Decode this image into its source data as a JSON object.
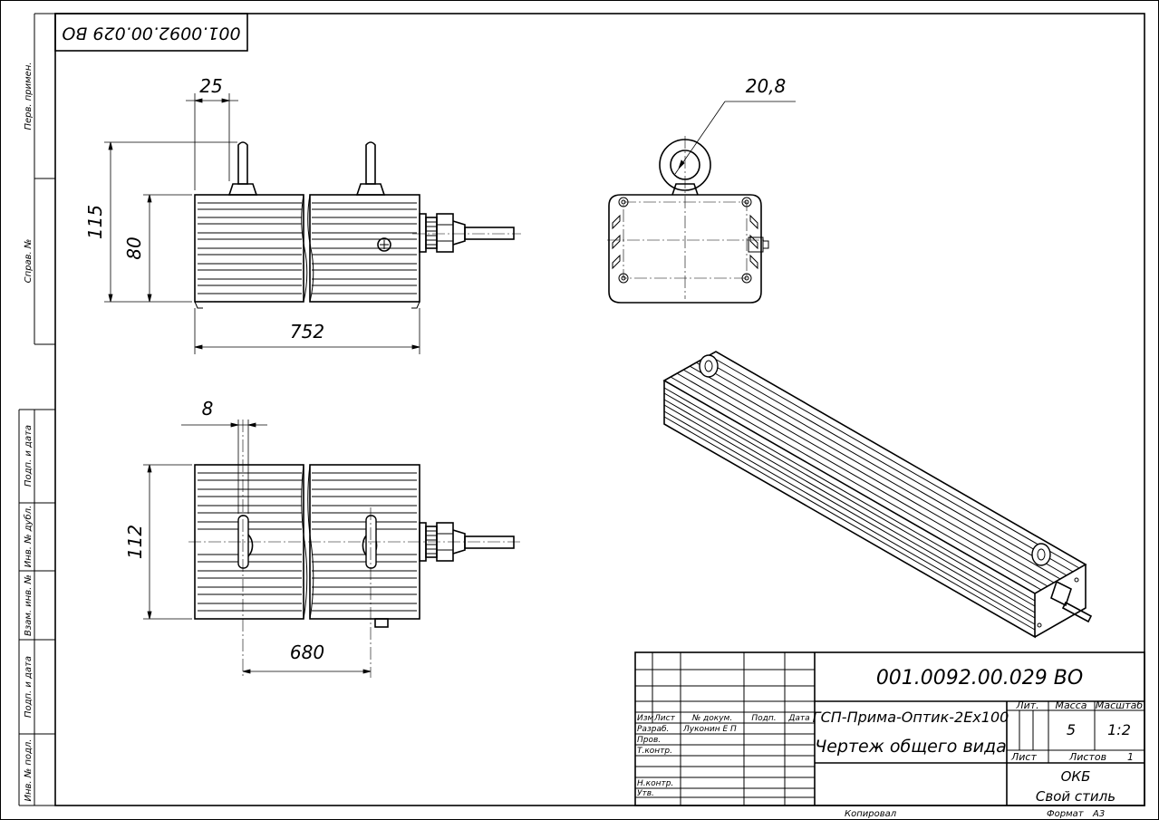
{
  "designation": "001.0092.00.029 ВО",
  "designation_mirrored": "001.0092.00.029 ВО",
  "side_strip": {
    "first_use": "Перв. примен.",
    "ref_no": "Справ. №",
    "sign_date_1": "Подп. и дата",
    "dup_inv": "Инв. № дубл.",
    "exch_inv": "Взам. инв. №",
    "sign_date_2": "Подп. и дата",
    "orig_inv": "Инв. № подл."
  },
  "dimensions": {
    "d25": "25",
    "d115": "115",
    "d80": "80",
    "d752": "752",
    "d20_8": "20,8",
    "d8": "8",
    "d112": "112",
    "d680": "680"
  },
  "title_block": {
    "product_name": "ГСП-Прима-Оптик-2Ex100",
    "doc_type": "Чертеж общего вида",
    "headers": {
      "izm": "Изм",
      "list": "Лист",
      "doc_no": "№ докум.",
      "sign": "Подп.",
      "date": "Дата"
    },
    "roles": {
      "developer": "Разраб.",
      "checker": "Пров.",
      "tech_control": "Т.контр.",
      "norm_control": "Н.контр.",
      "approved": "Утв."
    },
    "developer_name": "Луконин Е П",
    "lit_label": "Лит.",
    "mass_label": "Масса",
    "scale_label": "Масштаб",
    "mass_value": "5",
    "scale_value": "1:2",
    "sheet_label": "Лист",
    "sheets_label": "Листов",
    "sheets_value": "1",
    "org": "ОКБ",
    "org_style": "Свой стиль"
  },
  "footer": {
    "copied": "Копировал",
    "format_label": "Формат",
    "format_value": "А3"
  }
}
